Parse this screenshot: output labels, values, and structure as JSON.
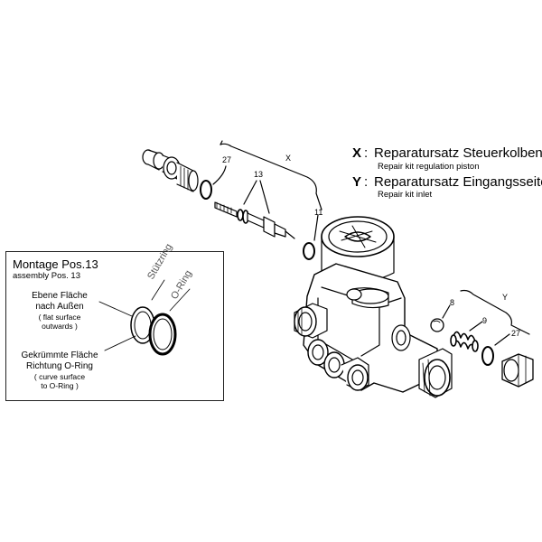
{
  "legend": {
    "x": {
      "key": "X",
      "sep": ":",
      "title": "Reparatursatz Steuerkolben",
      "subtitle": "Repair kit regulation piston"
    },
    "y": {
      "key": "Y",
      "sep": ":",
      "title": "Reparatursatz Eingangsseite",
      "subtitle": "Repair kit inlet"
    }
  },
  "callouts": {
    "x": "X",
    "y": "Y",
    "p27a": "27",
    "p13": "13",
    "p11": "11",
    "p8": "8",
    "p9": "9",
    "p27b": "27"
  },
  "inset": {
    "title": "Montage Pos.13",
    "subtitle": "assembly Pos. 13",
    "ring_label_1": "Stützring",
    "ring_label_2": "O-Ring",
    "flat_de_1": "Ebene Fläche",
    "flat_de_2": "nach Außen",
    "flat_en_1": "( flat surface",
    "flat_en_2": "outwards )",
    "curve_de_1": "Gekrümmte Fläche",
    "curve_de_2": "Richtung O-Ring",
    "curve_en_1": "( curve surface",
    "curve_en_2": "to O-Ring )"
  }
}
